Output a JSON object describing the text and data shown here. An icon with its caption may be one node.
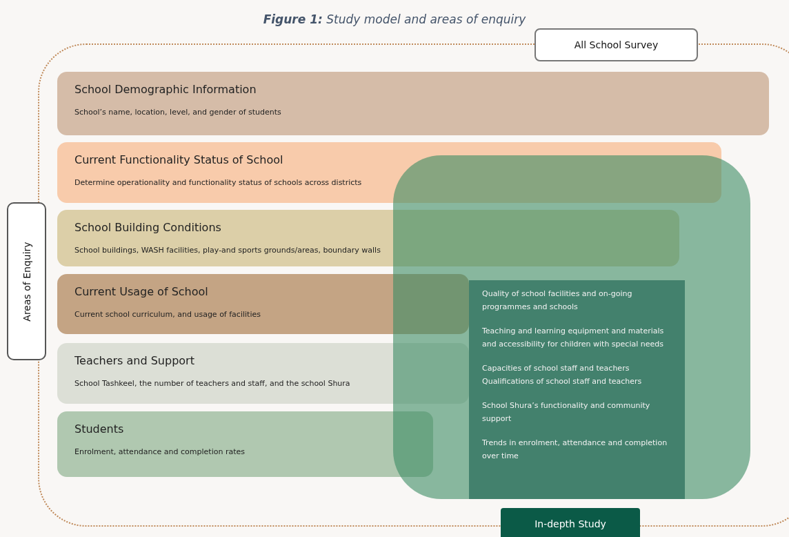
{
  "diagram": {
    "title": "**Figure 1:** Study model and areas of enquiry",
    "nodes": [
      {
        "text": [
          "All School Survey"
        ]
      },
      {
        "text": [
          "School Demographic Information",
          "School’s name, location, level, and gender of students"
        ],
        "in": 0
      },
      {
        "text": [
          "Current Functionality Status of School",
          "Determine operationality and functionality status of schools across districts"
        ],
        "in": 0
      },
      {
        "text": [
          "School Building Conditions",
          "School buildings, WASH facilities, play-and sports grounds/areas, boundary walls"
        ],
        "in": 0
      },
      {
        "text": [
          "Current Usage of School",
          "Current school curriculum, and usage of facilities"
        ],
        "in": 0
      },
      {
        "text": [
          "Teachers and Support",
          "School Tashkeel, the number of teachers and staff, and the school Shura"
        ],
        "in": 0
      },
      {
        "text": [
          "Students",
          "Enrolment, attendance and completion rates"
        ],
        "in": 0
      },
      {
        "text": [
          "In-depth Study"
        ],
        "in": 0
      },
      {
        "text": [
          "Quality of school facilities and on-going programmes and schools",
          "Teaching and learning equipment and materials and accessibility for children with special needs",
          "Capacities of school staff and teachers Qualifications of school staff and teachers",
          "School Shura’s functionality and community support",
          "Trends in enrolment, attendance and completion over time"
        ],
        "in": 7
      }
    ],
    "edges": [],
    "labels": [
      "Areas of Enquiry"
    ]
  }
}
